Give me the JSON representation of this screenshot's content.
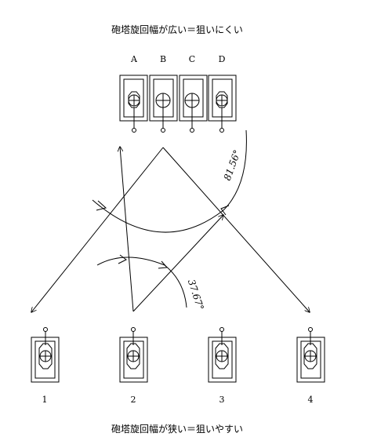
{
  "title_top": "砲塔旋回幅が広い＝狙いにくい",
  "title_bottom": "砲塔旋回幅が狭い＝狙いやすい",
  "top_labels": [
    "A",
    "B",
    "C",
    "D"
  ],
  "bottom_labels": [
    "1",
    "2",
    "3",
    "4"
  ],
  "angle_wide": "81.56°",
  "angle_narrow": "37.67°"
}
